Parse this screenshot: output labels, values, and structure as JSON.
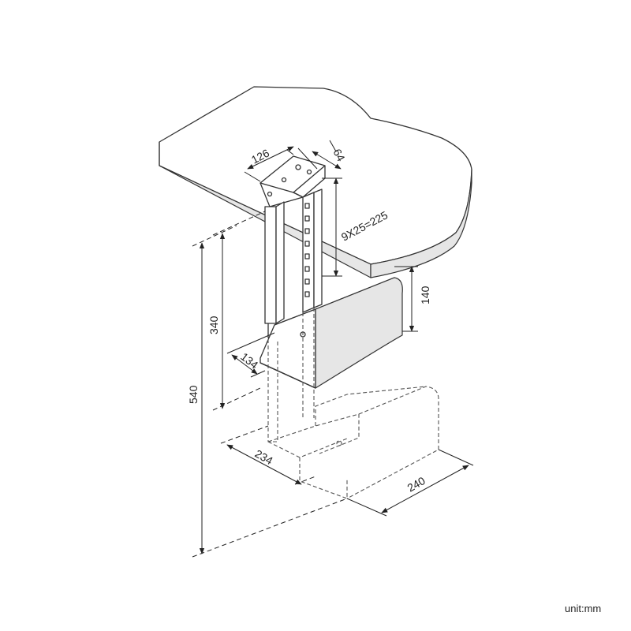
{
  "dimensions": {
    "top_width": "126",
    "top_depth": "64",
    "adjust_range": "9X25=225",
    "cradle_height": "140",
    "min_height": "340",
    "max_height": "540",
    "cradle_depth": "134",
    "lower_depth": "234",
    "lower_width": "240"
  },
  "unit_label": "unit:mm"
}
